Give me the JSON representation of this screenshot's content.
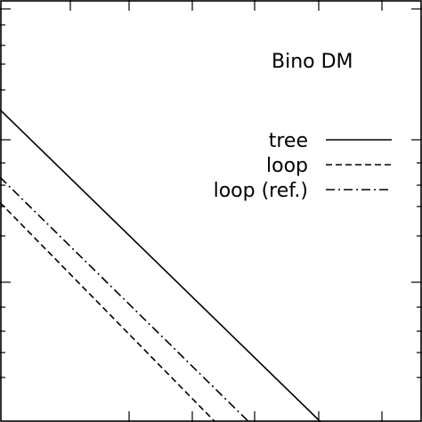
{
  "chart_data": {
    "type": "line",
    "title": "",
    "xlabel": "",
    "ylabel": "",
    "annotation": "Bino DM",
    "legend_position": "right",
    "grid": false,
    "series": [
      {
        "name": "tree",
        "style": "solid",
        "x": [
          0,
          0.76
        ],
        "y": [
          0.74,
          0
        ]
      },
      {
        "name": "loop",
        "style": "dashed",
        "x": [
          0,
          0.51
        ],
        "y": [
          0.52,
          0
        ]
      },
      {
        "name": "loop (ref.)",
        "style": "dashdot",
        "x": [
          0,
          0.59
        ],
        "y": [
          0.58,
          0
        ]
      }
    ],
    "colors": {
      "lines": "#000000",
      "background": "#ffffff"
    }
  }
}
